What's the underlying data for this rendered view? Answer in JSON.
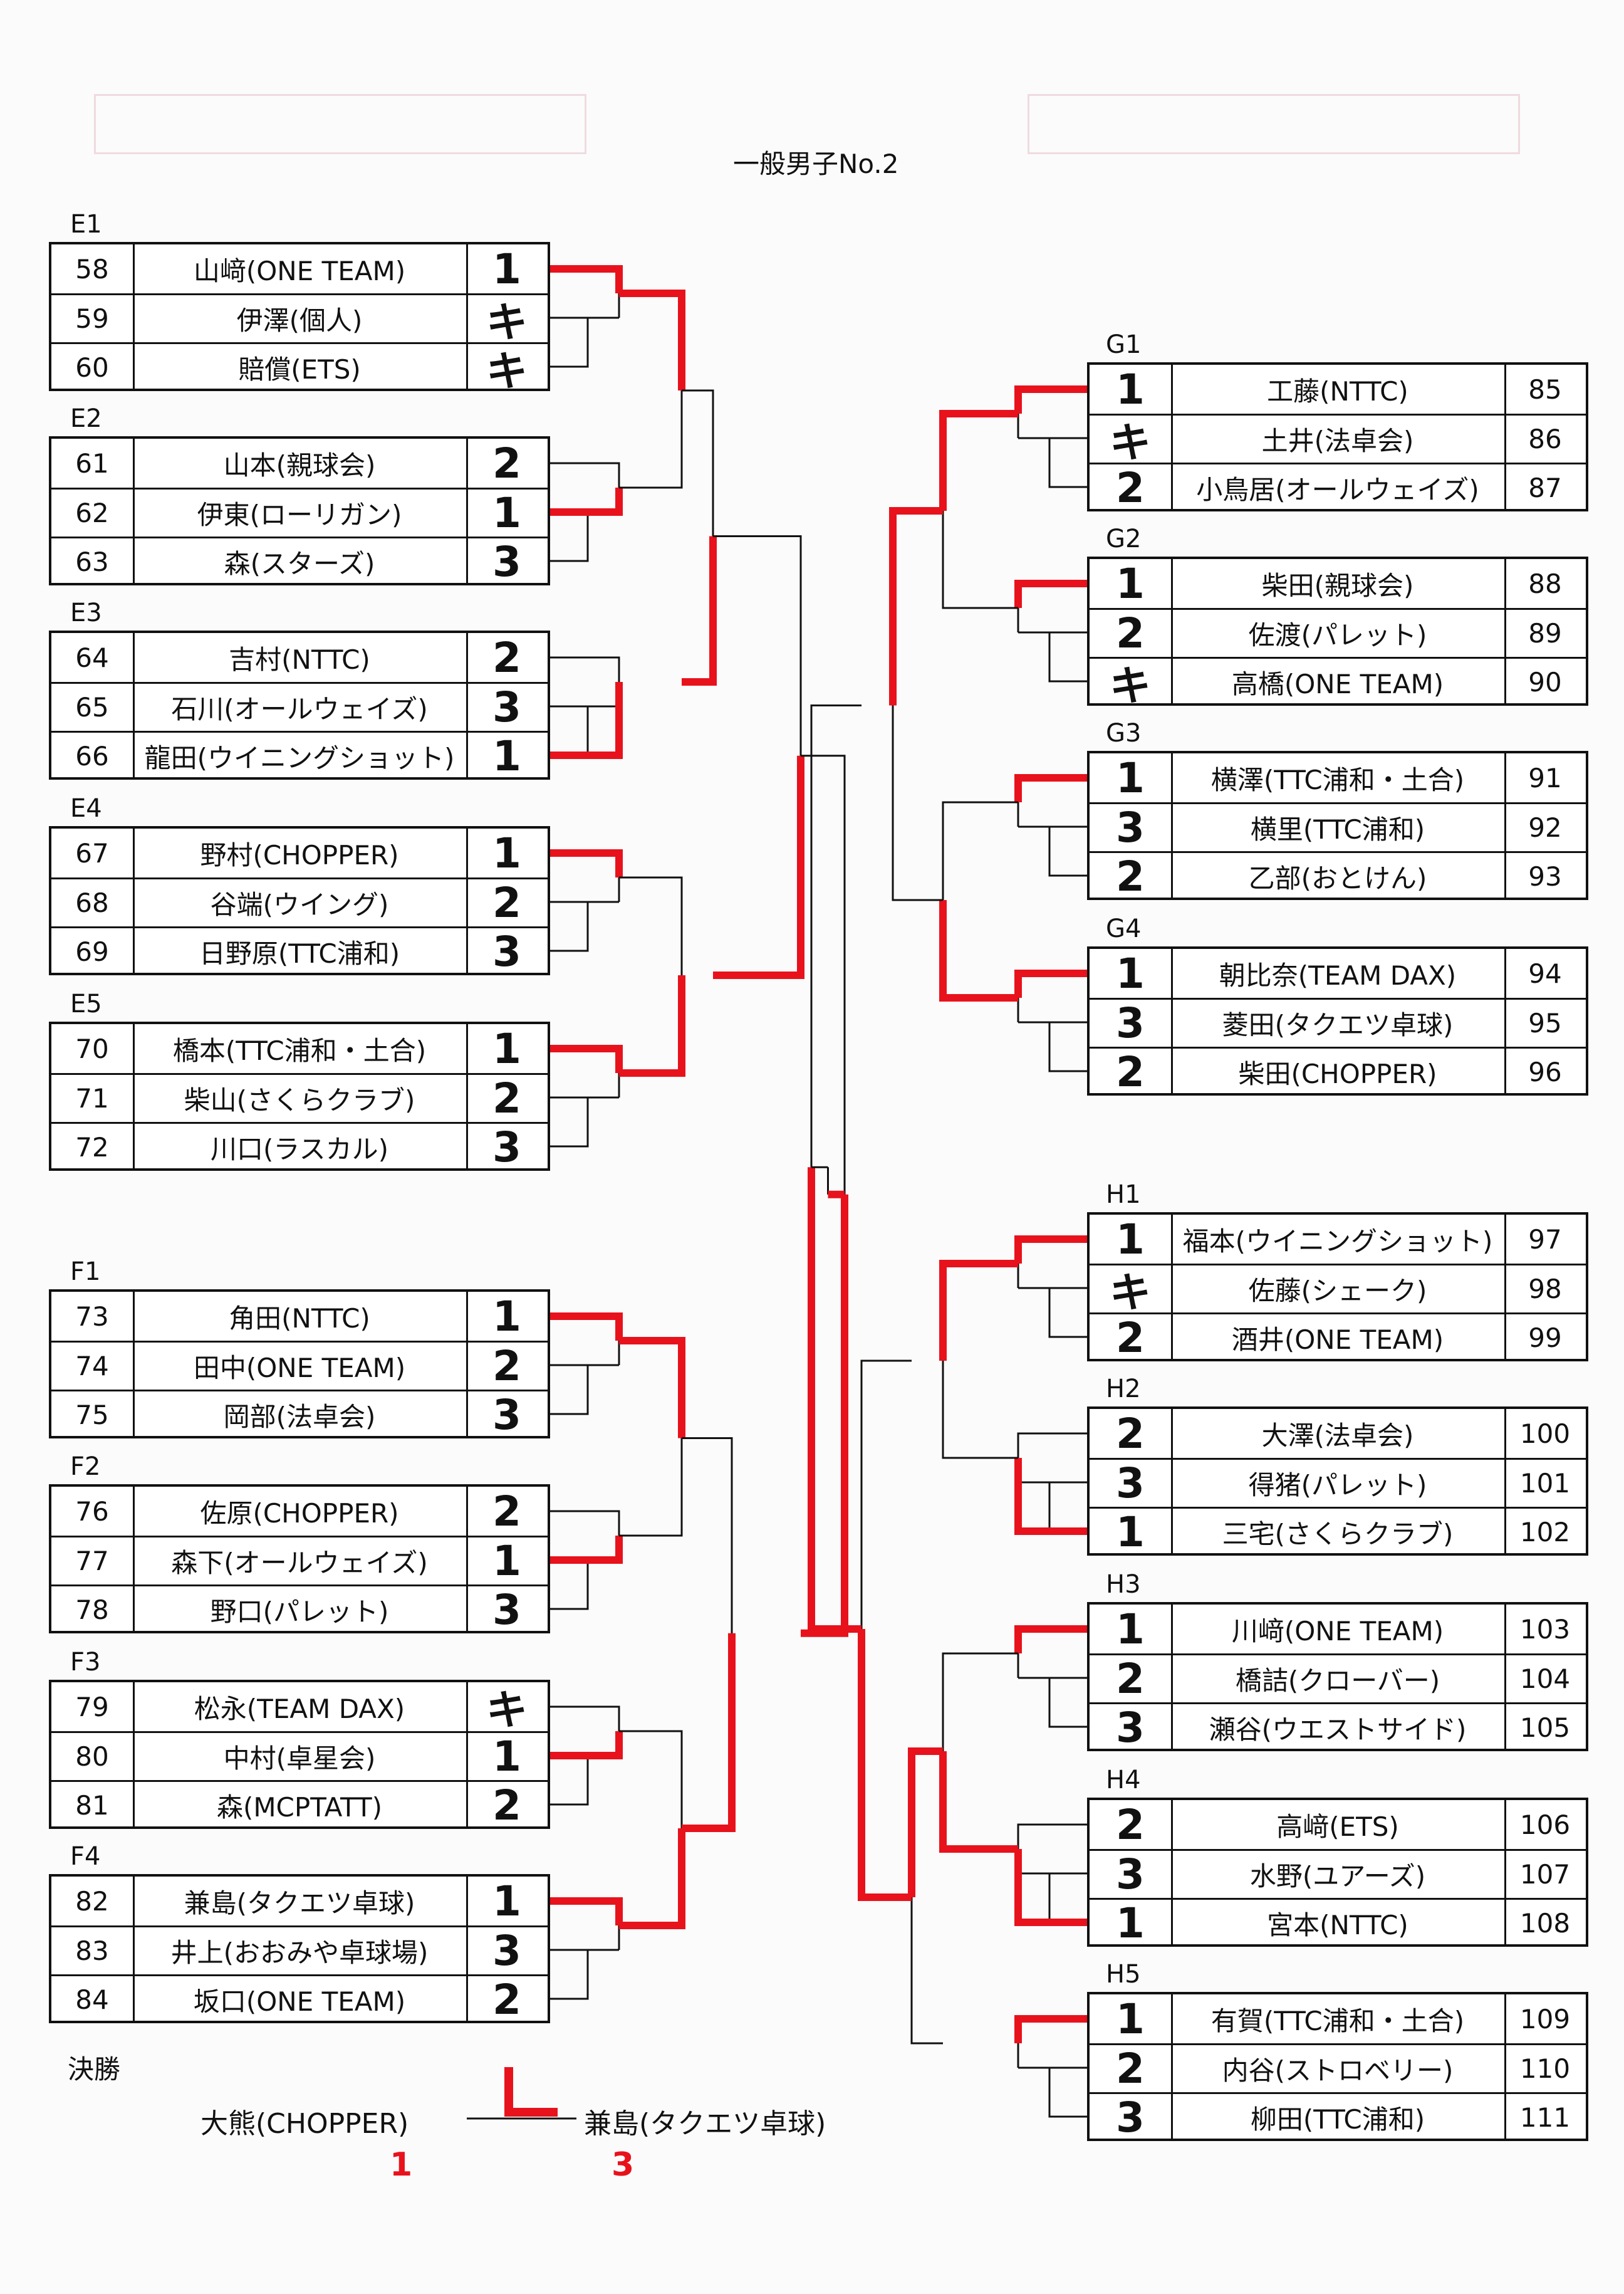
{
  "title": "一般男子No.2",
  "final": {
    "label": "決勝",
    "left_name": "大熊(CHOPPER)",
    "right_name": "兼島(タクエツ卓球)",
    "left_score": "1",
    "right_score": "3"
  },
  "left_groups": [
    {
      "label": "E1",
      "rows": [
        {
          "num": "58",
          "name": "山﨑(ONE TEAM)",
          "res": "1"
        },
        {
          "num": "59",
          "name": "伊澤(個人)",
          "res": "キ"
        },
        {
          "num": "60",
          "name": "賠償(ETS)",
          "res": "キ"
        }
      ]
    },
    {
      "label": "E2",
      "rows": [
        {
          "num": "61",
          "name": "山本(親球会)",
          "res": "2"
        },
        {
          "num": "62",
          "name": "伊東(ローリガン)",
          "res": "1"
        },
        {
          "num": "63",
          "name": "森(スターズ)",
          "res": "3"
        }
      ]
    },
    {
      "label": "E3",
      "rows": [
        {
          "num": "64",
          "name": "吉村(NTTC)",
          "res": "2"
        },
        {
          "num": "65",
          "name": "石川(オールウェイズ)",
          "res": "3"
        },
        {
          "num": "66",
          "name": "龍田(ウイニングショット)",
          "res": "1"
        }
      ]
    },
    {
      "label": "E4",
      "rows": [
        {
          "num": "67",
          "name": "野村(CHOPPER)",
          "res": "1"
        },
        {
          "num": "68",
          "name": "谷端(ウイング)",
          "res": "2"
        },
        {
          "num": "69",
          "name": "日野原(TTC浦和)",
          "res": "3"
        }
      ]
    },
    {
      "label": "E5",
      "rows": [
        {
          "num": "70",
          "name": "橋本(TTC浦和・土合)",
          "res": "1"
        },
        {
          "num": "71",
          "name": "柴山(さくらクラブ)",
          "res": "2"
        },
        {
          "num": "72",
          "name": "川口(ラスカル)",
          "res": "3"
        }
      ]
    },
    {
      "label": "F1",
      "rows": [
        {
          "num": "73",
          "name": "角田(NTTC)",
          "res": "1"
        },
        {
          "num": "74",
          "name": "田中(ONE TEAM)",
          "res": "2"
        },
        {
          "num": "75",
          "name": "岡部(法卓会)",
          "res": "3"
        }
      ]
    },
    {
      "label": "F2",
      "rows": [
        {
          "num": "76",
          "name": "佐原(CHOPPER)",
          "res": "2"
        },
        {
          "num": "77",
          "name": "森下(オールウェイズ)",
          "res": "1"
        },
        {
          "num": "78",
          "name": "野口(パレット)",
          "res": "3"
        }
      ]
    },
    {
      "label": "F3",
      "rows": [
        {
          "num": "79",
          "name": "松永(TEAM DAX)",
          "res": "キ"
        },
        {
          "num": "80",
          "name": "中村(卓星会)",
          "res": "1"
        },
        {
          "num": "81",
          "name": "森(MCPTATT)",
          "res": "2"
        }
      ]
    },
    {
      "label": "F4",
      "rows": [
        {
          "num": "82",
          "name": "兼島(タクエツ卓球)",
          "res": "1"
        },
        {
          "num": "83",
          "name": "井上(おおみや卓球場)",
          "res": "3"
        },
        {
          "num": "84",
          "name": "坂口(ONE TEAM)",
          "res": "2"
        }
      ]
    }
  ],
  "right_groups": [
    {
      "label": "G1",
      "rows": [
        {
          "num": "85",
          "name": "工藤(NTTC)",
          "res": "1"
        },
        {
          "num": "86",
          "name": "土井(法卓会)",
          "res": "キ"
        },
        {
          "num": "87",
          "name": "小鳥居(オールウェイズ)",
          "res": "2"
        }
      ]
    },
    {
      "label": "G2",
      "rows": [
        {
          "num": "88",
          "name": "柴田(親球会)",
          "res": "1"
        },
        {
          "num": "89",
          "name": "佐渡(パレット)",
          "res": "2"
        },
        {
          "num": "90",
          "name": "高橋(ONE TEAM)",
          "res": "キ"
        }
      ]
    },
    {
      "label": "G3",
      "rows": [
        {
          "num": "91",
          "name": "横澤(TTC浦和・土合)",
          "res": "1"
        },
        {
          "num": "92",
          "name": "横里(TTC浦和)",
          "res": "3"
        },
        {
          "num": "93",
          "name": "乙部(おとけん)",
          "res": "2"
        }
      ]
    },
    {
      "label": "G4",
      "rows": [
        {
          "num": "94",
          "name": "朝比奈(TEAM DAX)",
          "res": "1"
        },
        {
          "num": "95",
          "name": "菱田(タクエツ卓球)",
          "res": "3"
        },
        {
          "num": "96",
          "name": "柴田(CHOPPER)",
          "res": "2"
        }
      ]
    },
    {
      "label": "H1",
      "rows": [
        {
          "num": "97",
          "name": "福本(ウイニングショット)",
          "res": "1"
        },
        {
          "num": "98",
          "name": "佐藤(シェーク)",
          "res": "キ"
        },
        {
          "num": "99",
          "name": "酒井(ONE TEAM)",
          "res": "2"
        }
      ]
    },
    {
      "label": "H2",
      "rows": [
        {
          "num": "100",
          "name": "大澤(法卓会)",
          "res": "2"
        },
        {
          "num": "101",
          "name": "得猪(パレット)",
          "res": "3"
        },
        {
          "num": "102",
          "name": "三宅(さくらクラブ)",
          "res": "1"
        }
      ]
    },
    {
      "label": "H3",
      "rows": [
        {
          "num": "103",
          "name": "川﨑(ONE TEAM)",
          "res": "1"
        },
        {
          "num": "104",
          "name": "橋詰(クローバー)",
          "res": "2"
        },
        {
          "num": "105",
          "name": "瀬谷(ウエストサイド)",
          "res": "3"
        }
      ]
    },
    {
      "label": "H4",
      "rows": [
        {
          "num": "106",
          "name": "高﨑(ETS)",
          "res": "2"
        },
        {
          "num": "107",
          "name": "水野(ユアーズ)",
          "res": "3"
        },
        {
          "num": "108",
          "name": "宮本(NTTC)",
          "res": "1"
        }
      ]
    },
    {
      "label": "H5",
      "rows": [
        {
          "num": "109",
          "name": "有賀(TTC浦和・土合)",
          "res": "1"
        },
        {
          "num": "110",
          "name": "内谷(ストロベリー)",
          "res": "2"
        },
        {
          "num": "111",
          "name": "柳田(TTC浦和)",
          "res": "3"
        }
      ]
    }
  ],
  "colors": {
    "ink": "#111111",
    "winner_red": "#e8121c",
    "ghost": "#e7c7cd"
  }
}
